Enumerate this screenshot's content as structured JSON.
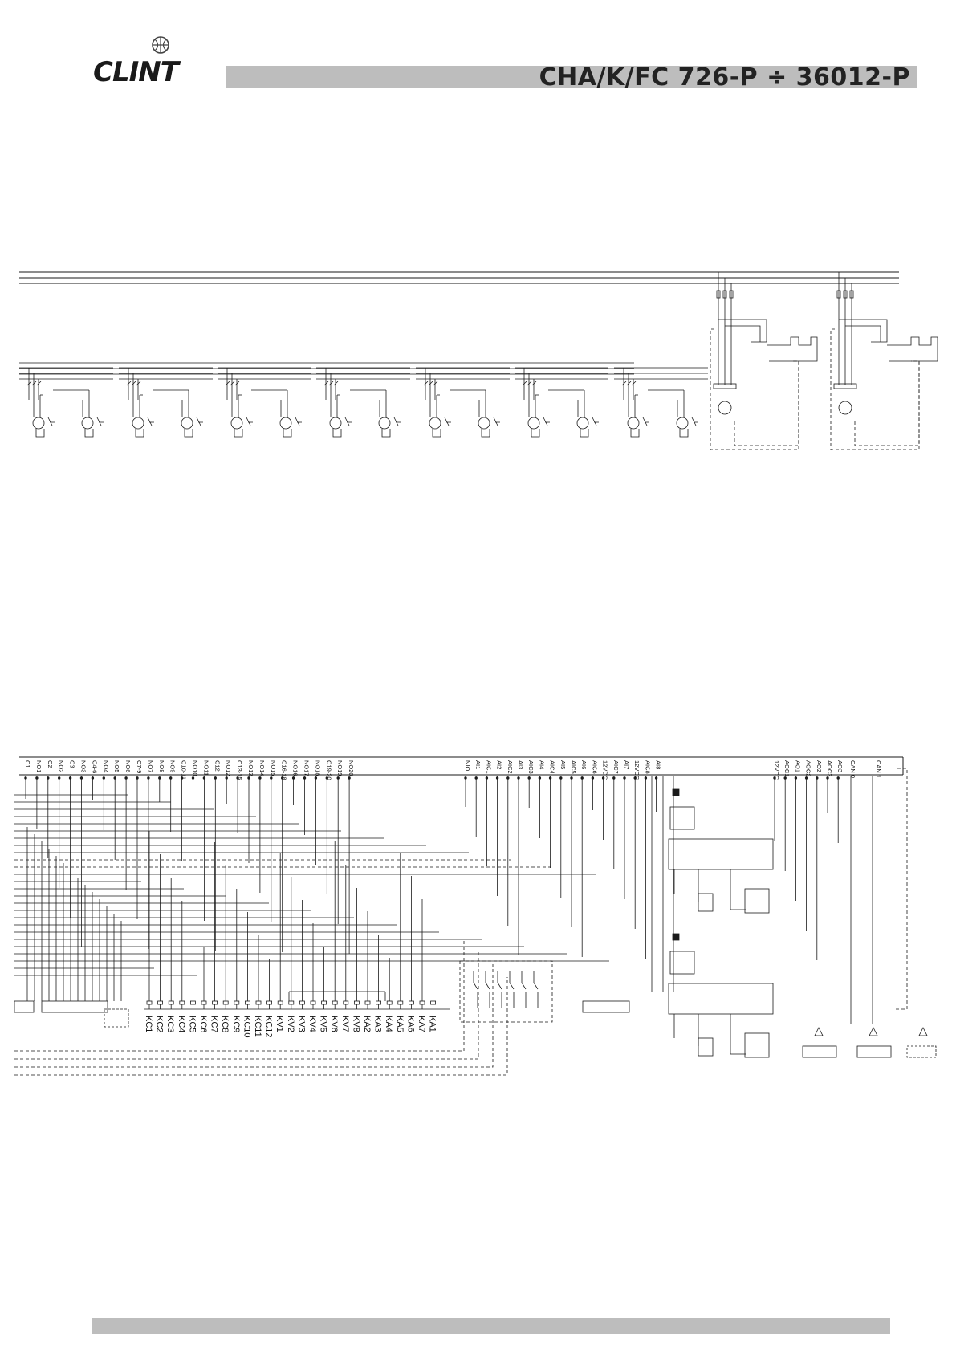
{
  "header": {
    "logo_text": "CLINT",
    "model_title": "CHA/K/FC  726-P ÷ 36012-P"
  },
  "colors": {
    "bar": "#bdbdbd",
    "line": "#1a1a1a",
    "background": "#ffffff"
  },
  "terminal_labels": [
    "C1",
    "NO1",
    "C2",
    "NO2",
    "C3",
    "NO3",
    "C4-6",
    "NO4",
    "NO5",
    "NO6",
    "C7-9",
    "NO7",
    "NO8",
    "NO9",
    "C10-11",
    "NO10",
    "NO11",
    "C12",
    "NO12",
    "C13-15",
    "NO13",
    "NO14",
    "NO15",
    "C16-18",
    "NO16",
    "NO17",
    "NO18",
    "C19-20",
    "NO19",
    "NO20",
    "NIO",
    "AI1",
    "AIC1",
    "AI2",
    "AIC2",
    "AI3",
    "AIC3",
    "AI4",
    "AIC4",
    "AI5",
    "AIC5",
    "AI6",
    "AIC6",
    "12VDC",
    "AIC7",
    "AI7",
    "12VDC",
    "AIC8",
    "AI8",
    "12VDC",
    "AOC1",
    "AO1",
    "AOC2",
    "AO2",
    "AOC3",
    "AO3",
    "CAN 0",
    "CAN 1"
  ],
  "relay_labels": [
    "KC1",
    "KC2",
    "KC3",
    "KC4",
    "KC5",
    "KC6",
    "KC7",
    "KC8",
    "KC9",
    "KC10",
    "KC11",
    "KC12",
    "KV1",
    "KV2",
    "KV3",
    "KV4",
    "KV5",
    "KV6",
    "KV7",
    "KV8",
    "KA2",
    "KA3",
    "KA4",
    "KA5",
    "KA6",
    "KA7",
    "KA1"
  ]
}
